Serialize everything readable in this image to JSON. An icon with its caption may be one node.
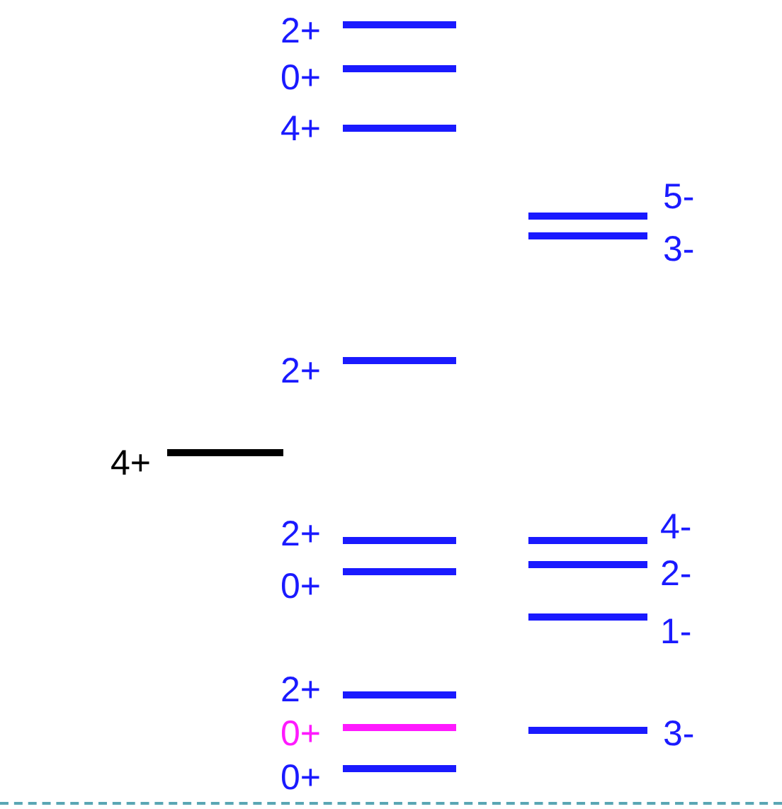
{
  "diagram": {
    "labels": [
      "2+",
      "0+",
      "4+",
      "5-",
      "3-",
      "2+",
      "4+",
      "2+",
      "4-",
      "2-",
      "0+",
      "1-",
      "2+",
      "0+",
      "3-",
      "0+"
    ]
  }
}
